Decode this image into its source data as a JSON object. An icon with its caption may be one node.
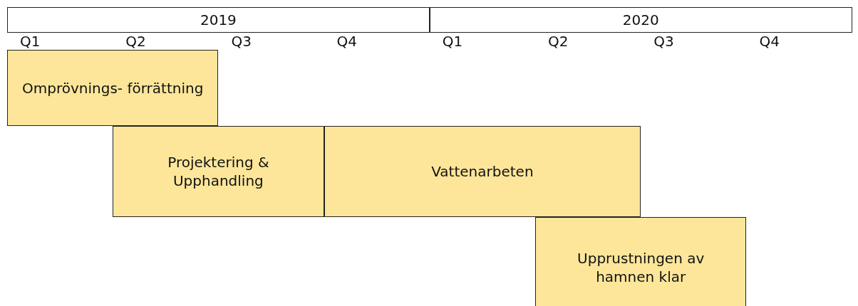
{
  "diagram": {
    "nodes": [
      {
        "text": [
          "2019"
        ]
      },
      {
        "text": [
          "2020"
        ]
      },
      {
        "text": [
          "Omprövnings- förrättning"
        ]
      },
      {
        "text": [
          "Projektering & Upphandling"
        ]
      },
      {
        "text": [
          "Vattenarbeten"
        ]
      },
      {
        "text": [
          "Upprustningen av hamnen klar"
        ]
      }
    ],
    "labels": [
      "Q1",
      "Q2",
      "Q3",
      "Q4",
      "Q1",
      "Q2",
      "Q3",
      "Q4"
    ]
  }
}
